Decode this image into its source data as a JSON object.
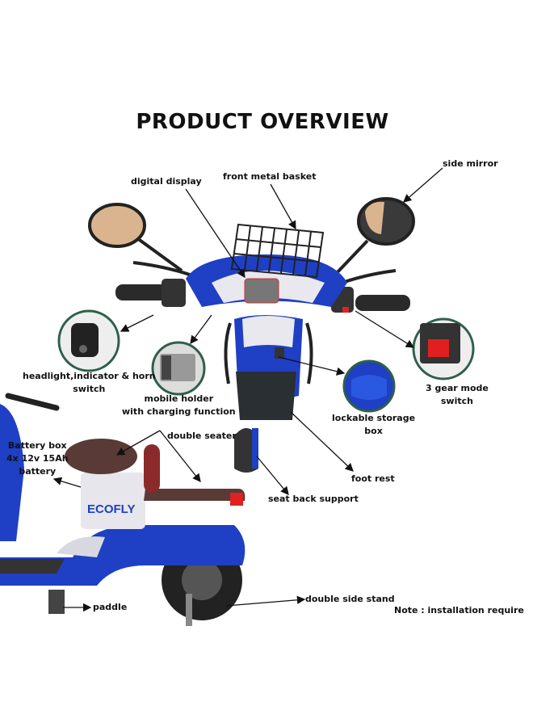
{
  "title": "PRODUCT OVERVIEW",
  "labels": {
    "digital_display": "digital display",
    "front_metal_basket": "front metal basket",
    "side_mirror": "side mirror",
    "headlight_switch": [
      "headlight,indicator & horn",
      "switch"
    ],
    "mobile_holder": [
      "mobile holder",
      "with charging function"
    ],
    "lockable_storage": [
      "lockable storage",
      "box"
    ],
    "gear_switch": [
      "3 gear mode",
      "switch"
    ],
    "double_seater": "double seater",
    "battery_box": [
      "Battery box",
      "4x 12v 15Ah",
      "battery"
    ],
    "foot_rest": "foot rest",
    "seat_back_support": "seat back support",
    "paddle": "paddle",
    "double_side_stand": "double side stand",
    "note": "Note : installation require"
  },
  "brand_logo": "ECOFLY",
  "colors": {
    "body_blue": "#1f3fc4",
    "inset_ring": "#2f5f4a",
    "seat_brown": "#5a3a36",
    "text": "#111111"
  }
}
